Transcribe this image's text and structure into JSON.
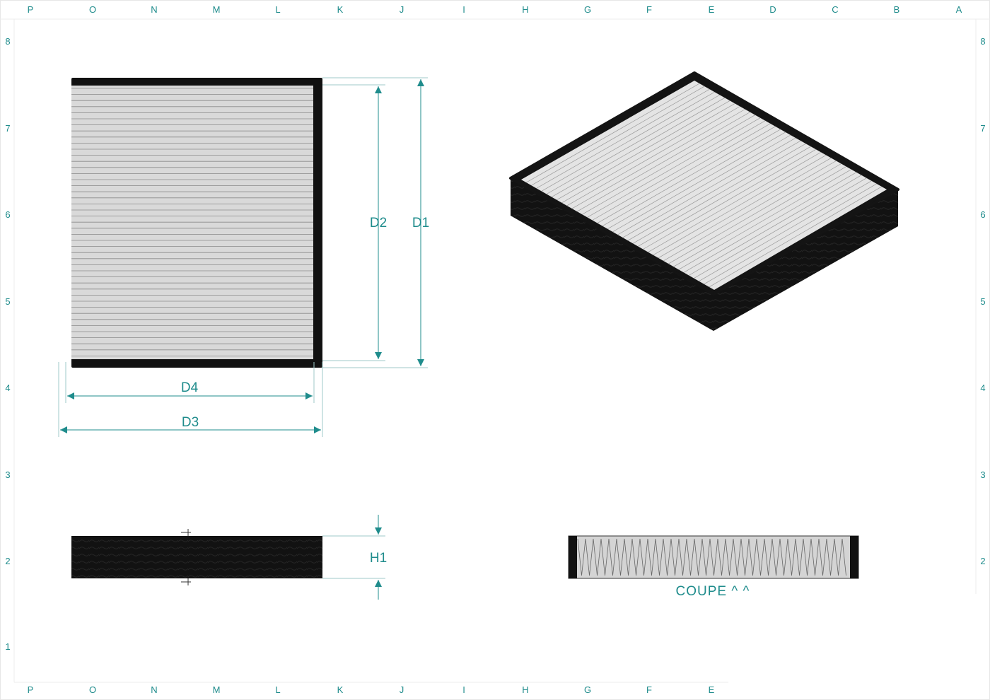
{
  "drawing": {
    "columns_top": [
      "P",
      "O",
      "N",
      "M",
      "L",
      "K",
      "J",
      "I",
      "H",
      "G",
      "F",
      "E",
      "D",
      "C",
      "B",
      "A"
    ],
    "columns_bottom": [
      "P",
      "O",
      "N",
      "M",
      "L",
      "K",
      "J",
      "I",
      "H",
      "G",
      "F",
      "E"
    ],
    "rows_left": [
      "8",
      "7",
      "6",
      "5",
      "4",
      "3",
      "2",
      "1"
    ],
    "rows_right": [
      "8",
      "7",
      "6",
      "5",
      "4",
      "3",
      "2"
    ]
  },
  "dimensions": {
    "d1": "D1",
    "d2": "D2",
    "d3": "D3",
    "d4": "D4",
    "h1": "H1"
  },
  "section": {
    "label": "COUPE ^  ^"
  },
  "colors": {
    "annotation": "#1f8c8c",
    "frame": "#111111",
    "media": "#d9d9d9"
  }
}
